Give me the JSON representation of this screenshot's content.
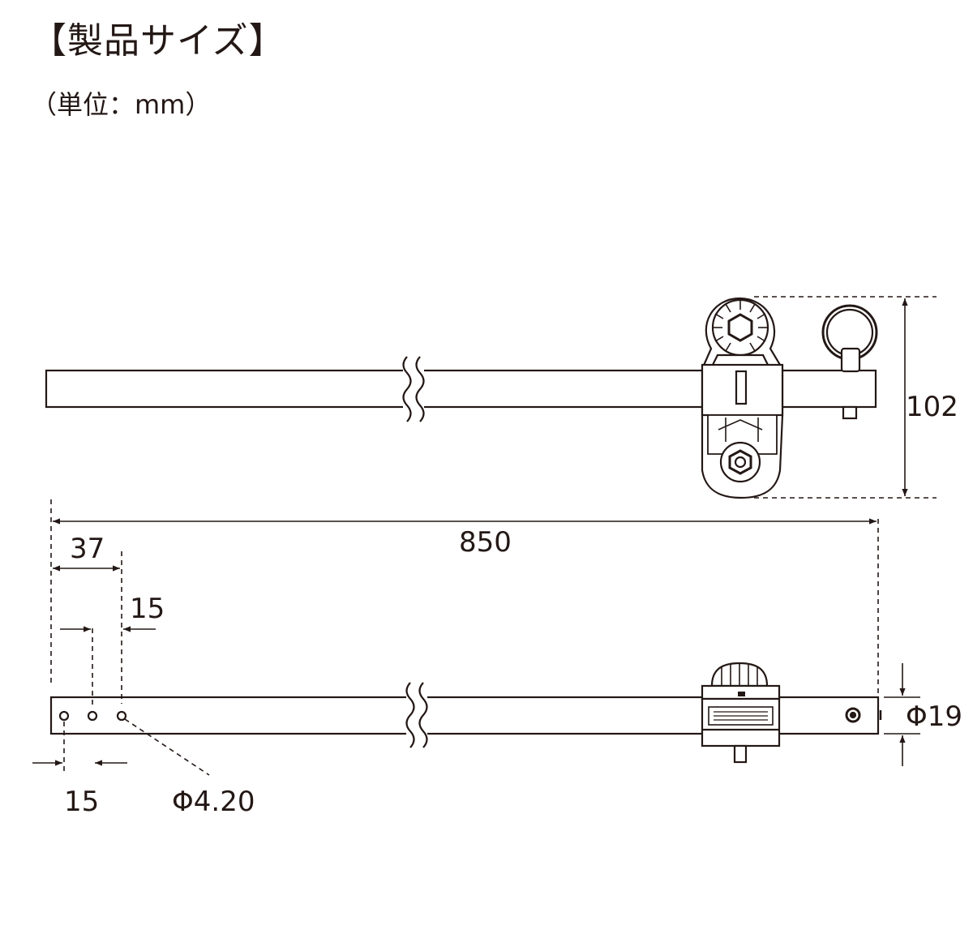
{
  "header": {
    "title": "【製品サイズ】",
    "unit": "（単位：mm）"
  },
  "dimensions": {
    "height": "102",
    "length": "850",
    "hole_offset": "37",
    "hole_pitch_top": "15",
    "hole_pitch_bottom": "15",
    "hole_diameter": "Φ4.20",
    "bar_diameter": "Φ19"
  },
  "colors": {
    "line": "#231815",
    "fill": "#ffffff"
  }
}
